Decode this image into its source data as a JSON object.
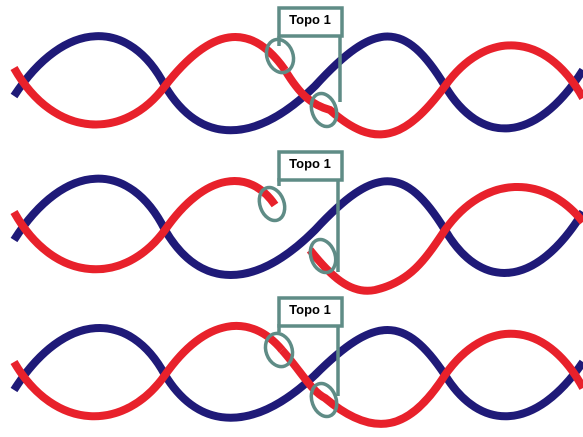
{
  "colors": {
    "strand_a": "#1f1a78",
    "strand_b": "#e8212b",
    "enzyme": "#5f8c86",
    "background": "#ffffff"
  },
  "panels": [
    {
      "label": "Topo 1"
    },
    {
      "label": "Topo 1"
    },
    {
      "label": "Topo 1"
    }
  ]
}
